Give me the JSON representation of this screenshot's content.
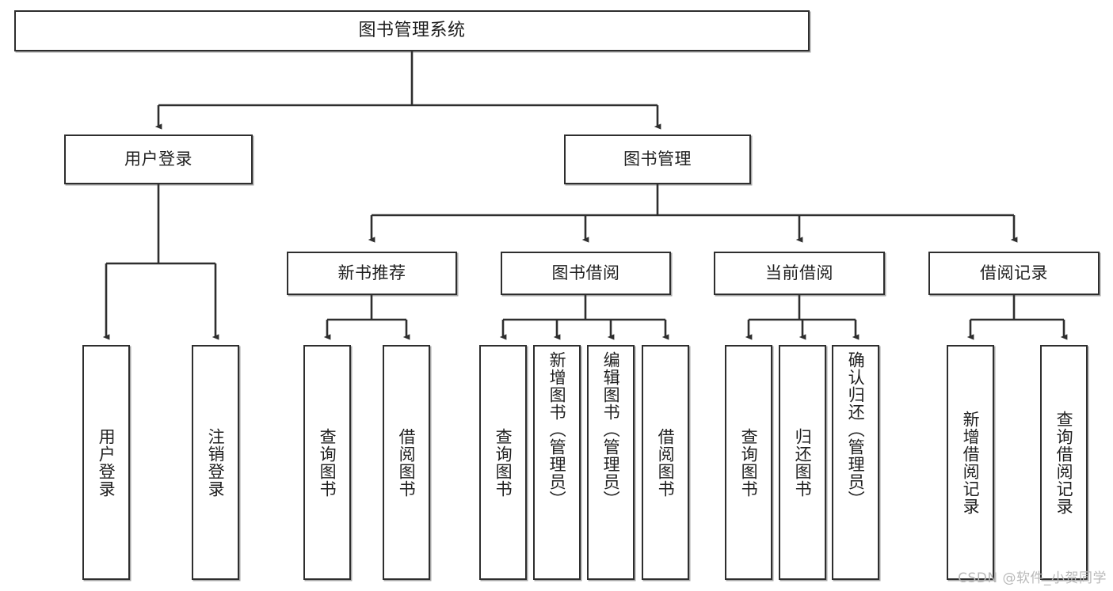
{
  "diagram": {
    "type": "tree",
    "title": "图书管理系统",
    "root": {
      "label": "图书管理系统"
    },
    "level2": [
      {
        "label": "用户登录"
      },
      {
        "label": "图书管理"
      }
    ],
    "level3": [
      {
        "label": "新书推荐"
      },
      {
        "label": "图书借阅"
      },
      {
        "label": "当前借阅"
      },
      {
        "label": "借阅记录"
      }
    ],
    "leaves": {
      "user_login": [
        {
          "label": "用户登录"
        },
        {
          "label": "注销登录"
        }
      ],
      "new_book_recommend": [
        {
          "label": "查询图书"
        },
        {
          "label": "借阅图书"
        }
      ],
      "book_borrow": [
        {
          "label": "查询图书"
        },
        {
          "label": "新增图书（管理员）"
        },
        {
          "label": "编辑图书（管理员）"
        },
        {
          "label": "借阅图书"
        }
      ],
      "current_borrow": [
        {
          "label": "查询图书"
        },
        {
          "label": "归还图书"
        },
        {
          "label": "确认归还（管理员）"
        }
      ],
      "borrow_record": [
        {
          "label": "新增借阅记录"
        },
        {
          "label": "查询借阅记录"
        }
      ]
    }
  },
  "watermark": {
    "text": "CSDN @软件_小贺同学"
  },
  "colors": {
    "border": "#2e2e2e",
    "background": "#ffffff",
    "text": "#1f1f1f",
    "watermark": "#b9b9b9"
  }
}
